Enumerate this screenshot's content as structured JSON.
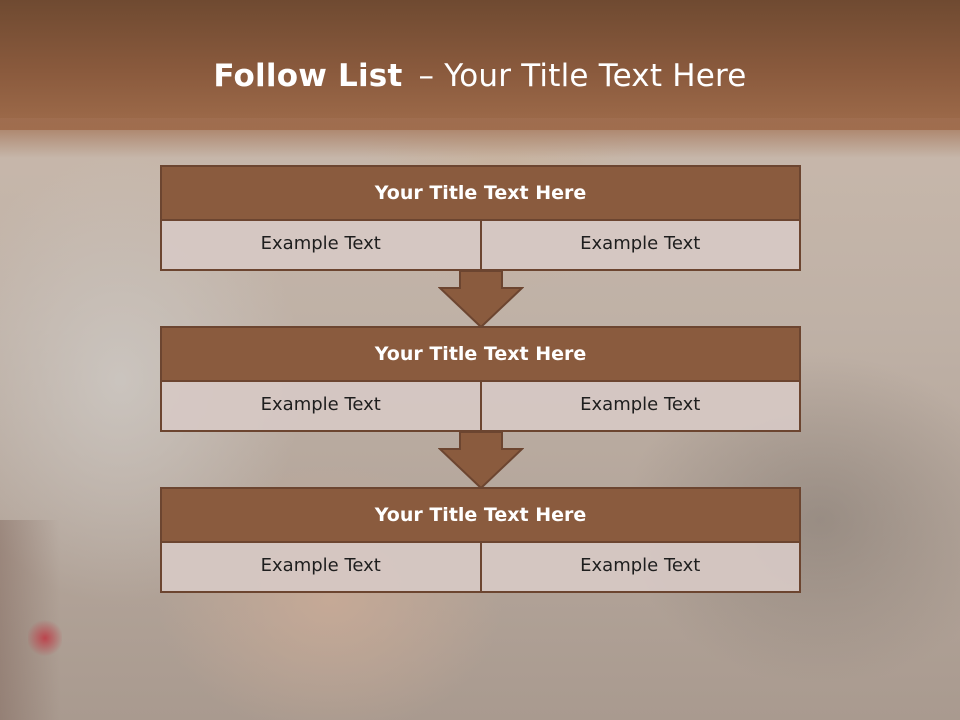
{
  "slide": {
    "title_bold": "Follow List",
    "title_dash": "–",
    "title_rest": "Your Title Text Here"
  },
  "blocks": [
    {
      "title": "Your Title Text Here",
      "left": "Example Text",
      "right": "Example Text"
    },
    {
      "title": "Your Title Text Here",
      "left": "Example Text",
      "right": "Example Text"
    },
    {
      "title": "Your Title Text Here",
      "left": "Example Text",
      "right": "Example Text"
    }
  ],
  "colors": {
    "header_brown": "#8a5b3e",
    "border_brown": "#6c4530",
    "cell_fill": "#d6c8c4"
  }
}
